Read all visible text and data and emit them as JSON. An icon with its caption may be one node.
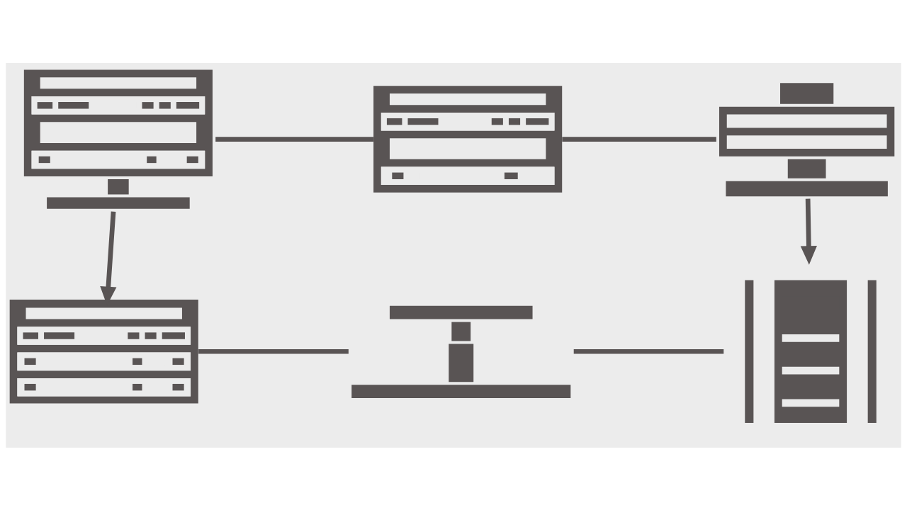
{
  "diagram": {
    "nodes": [
      {
        "text": [],
        "shape": "picture"
      },
      {
        "text": [],
        "shape": "picture"
      },
      {
        "text": [],
        "shape": "picture"
      },
      {
        "text": [],
        "shape": "picture"
      },
      {
        "text": [],
        "shape": "picture"
      },
      {
        "text": [],
        "shape": "picture"
      }
    ],
    "edges": [
      {
        "from": 0,
        "to": 1,
        "arrow": "none"
      },
      {
        "from": 1,
        "to": 2,
        "arrow": "none"
      },
      {
        "from": 0,
        "to": 3,
        "arrow": "to"
      },
      {
        "from": 2,
        "to": 5,
        "arrow": "to"
      },
      {
        "from": 3,
        "to": 4,
        "arrow": "none"
      },
      {
        "from": 4,
        "to": 5,
        "arrow": "none"
      }
    ]
  }
}
